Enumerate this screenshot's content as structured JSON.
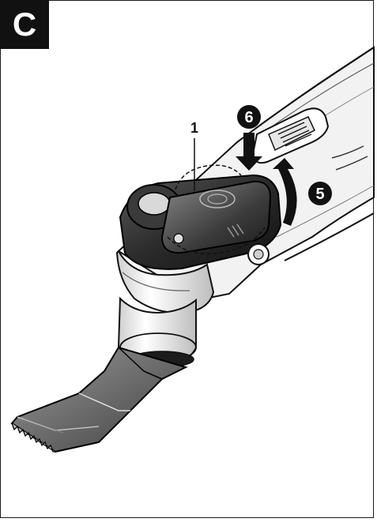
{
  "section": {
    "label": "C"
  },
  "callouts": {
    "part_1": "1",
    "step_5": "5",
    "step_6": "6"
  },
  "colors": {
    "ink": "#111111",
    "tool_body": "#2b2b2b",
    "tool_highlight": "#6a6a6a",
    "tool_grip": "#e9e9e9"
  }
}
